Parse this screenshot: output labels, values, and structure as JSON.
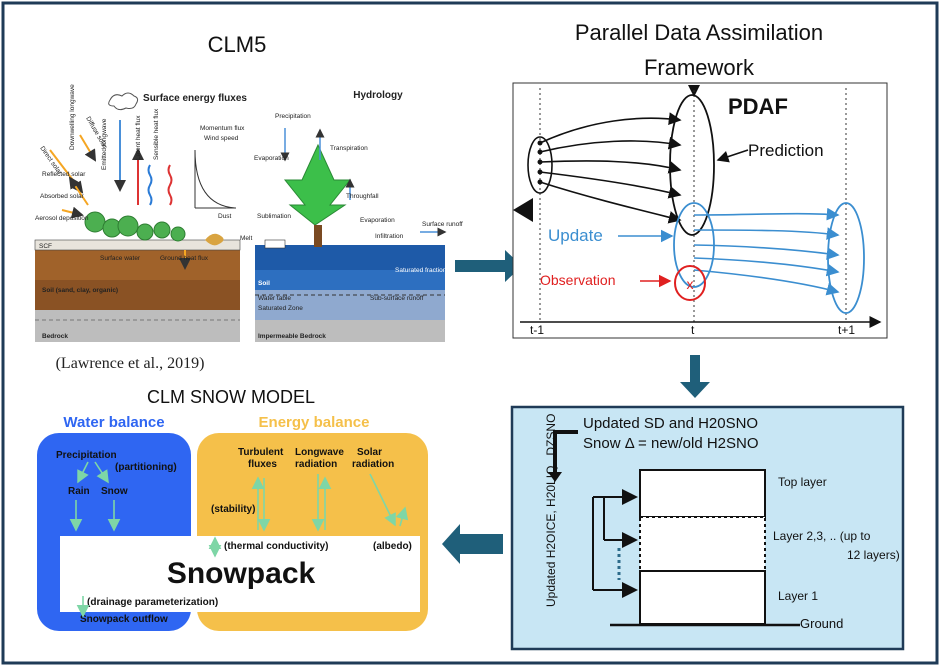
{
  "clm5": {
    "title": "CLM5",
    "energy_title": "Surface energy fluxes",
    "hydro_title": "Hydrology",
    "energy_labels": {
      "direct_solar": "Direct solar",
      "diffuse_solar": "Diffuse solar",
      "downwelling": "Downwelling longwave",
      "emitted": "Emitted longwave",
      "latent": "Latent heat flux",
      "sensible": "Sensible heat flux",
      "momentum": "Momentum flux",
      "wind": "Wind speed",
      "reflected": "Reflected solar",
      "absorbed": "Absorbed solar",
      "aerosol": "Aerosol deposition",
      "dust": "Dust",
      "scf": "SCF",
      "surface_water": "Surface water",
      "ground_heat": "Ground heat flux",
      "soil": "Soil (sand, clay, organic)",
      "bedrock": "Bedrock"
    },
    "hydro_labels": {
      "precipitation": "Precipitation",
      "transpiration": "Transpiration",
      "evaporation": "Evaporation",
      "throughfall": "Throughfall",
      "sublimation": "Sublimation",
      "evaporation2": "Evaporation",
      "infiltration": "Infiltration",
      "surface_runoff": "Surface runoff",
      "melt": "Melt",
      "saturated_fraction": "Saturated fraction",
      "soil": "Soil",
      "water_table": "Water table",
      "saturated_zone": "Saturated Zone",
      "subsurface_runoff": "Sub-surface runoff",
      "impermeable": "Impermeable Bedrock"
    },
    "citation": "(Lawrence et al., 2019)"
  },
  "pdaf": {
    "title_line1": "Parallel Data Assimilation",
    "title_line2": "Framework",
    "label": "PDAF",
    "prediction": "Prediction",
    "update": "Update",
    "observation": "Observation",
    "obs_mark": "x",
    "t_minus": "t-1",
    "t": "t",
    "t_plus": "t+1"
  },
  "snow_update": {
    "line1": "Updated SD and H20SNO",
    "line2": "Snow Δ  = new/old H2SNO",
    "side_label": "Updated H2OICE, H20LIQ , DZSNO",
    "top_layer": "Top layer",
    "layer_mid": "Layer 2,3, .. (up to 12 layers)",
    "layer_mid_1": "Layer 2,3, .. (up to",
    "layer_mid_2": "12 layers)",
    "layer1": "Layer 1",
    "ground": "Ground"
  },
  "snow_model": {
    "title": "CLM SNOW MODEL",
    "water_balance": "Water balance",
    "energy_balance": "Energy balance",
    "precipitation": "Precipitation",
    "partitioning": "(partitioning)",
    "rain": "Rain",
    "snow": "Snow",
    "turbulent_1": "Turbulent",
    "turbulent_2": "fluxes",
    "longwave_1": "Longwave",
    "longwave_2": "radiation",
    "solar_1": "Solar",
    "solar_2": "radiation",
    "stability": "(stability)",
    "thermal": "(thermal conductivity)",
    "albedo": "(albedo)",
    "snowpack": "Snowpack",
    "drainage": "(drainage parameterization)",
    "outflow": "Snowpack outflow"
  },
  "colors": {
    "frame": "#1f3b57",
    "teal_arrow": "#1f5f7a",
    "water_blue": "#2f66f2",
    "energy_orange": "#f5c04a",
    "flow_green": "#7ed6a6",
    "update_blue": "#3b8ed0",
    "obs_red": "#e02020",
    "box_blue_bg": "#c8e6f4"
  }
}
